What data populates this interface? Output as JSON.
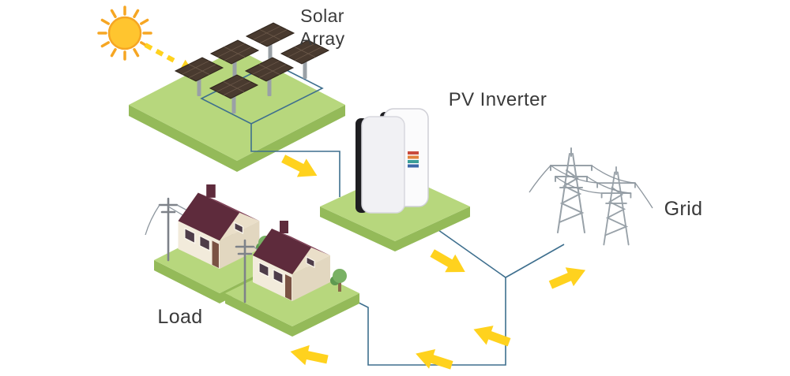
{
  "diagram": {
    "type": "solar-energy-flow",
    "nodes": {
      "solar_array": {
        "label": "Solar Array"
      },
      "pv_inverter": {
        "label": "PV Inverter"
      },
      "grid": {
        "label": "Grid"
      },
      "load": {
        "label": "Load"
      }
    },
    "flows": [
      {
        "from": "solar_array",
        "to": "pv_inverter"
      },
      {
        "from": "pv_inverter",
        "to": "grid"
      },
      {
        "from": "grid",
        "to": "load"
      },
      {
        "from": "pv_inverter",
        "to": "load"
      }
    ],
    "icons": [
      "sun-icon",
      "solar-panel",
      "inverter-unit",
      "transmission-tower",
      "house-icon",
      "tree-icon",
      "utility-pole-icon",
      "flow-arrow"
    ]
  },
  "colors": {
    "arrow": "#FFD21E",
    "wire": "#3E6F8E",
    "grass": "#B7D77D",
    "grass_side": "#94BA59",
    "panel": "#493A2F",
    "sun": "#F6A623",
    "sun_fill": "#FFC52F",
    "roof": "#5E2B3C",
    "wall": "#F2EBDB",
    "inverter_body": "#F1F1F4",
    "inverter_side": "#1E1E21",
    "tower": "#98A1A8",
    "label_text": "#3A3A3A"
  }
}
